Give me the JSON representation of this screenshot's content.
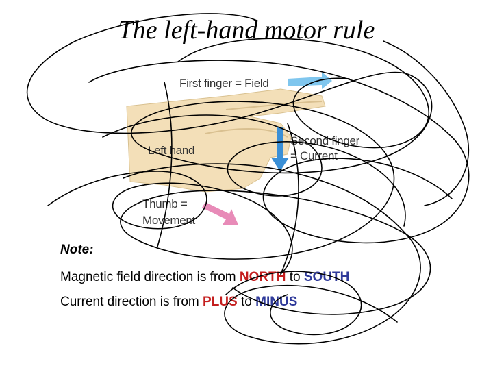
{
  "title": "The left-hand motor rule",
  "figure": {
    "first_finger": "First finger = Field",
    "left_hand": "Left hand",
    "second_finger_line1": "Second finger",
    "second_finger_line2": "= Current",
    "thumb_line1": "Thumb =",
    "thumb_line2": "Movement"
  },
  "note": {
    "heading": "Note:",
    "line1_prefix": "Magnetic field direction is from",
    "line1_from": "NORTH",
    "line1_mid": "to",
    "line1_to": "SOUTH",
    "line2_prefix": "Current direction is from",
    "line2_from": "PLUS",
    "line2_mid": "to",
    "line2_to": "MINUS"
  },
  "colors": {
    "red_keyword": "#c41e1e",
    "blue_keyword": "#2f3a9a",
    "field_arrow": "#7fc6ee",
    "current_arrow": "#3a8fd6",
    "movement_arrow": "#e88bb8",
    "hand_skin": "#f3dfb8"
  }
}
